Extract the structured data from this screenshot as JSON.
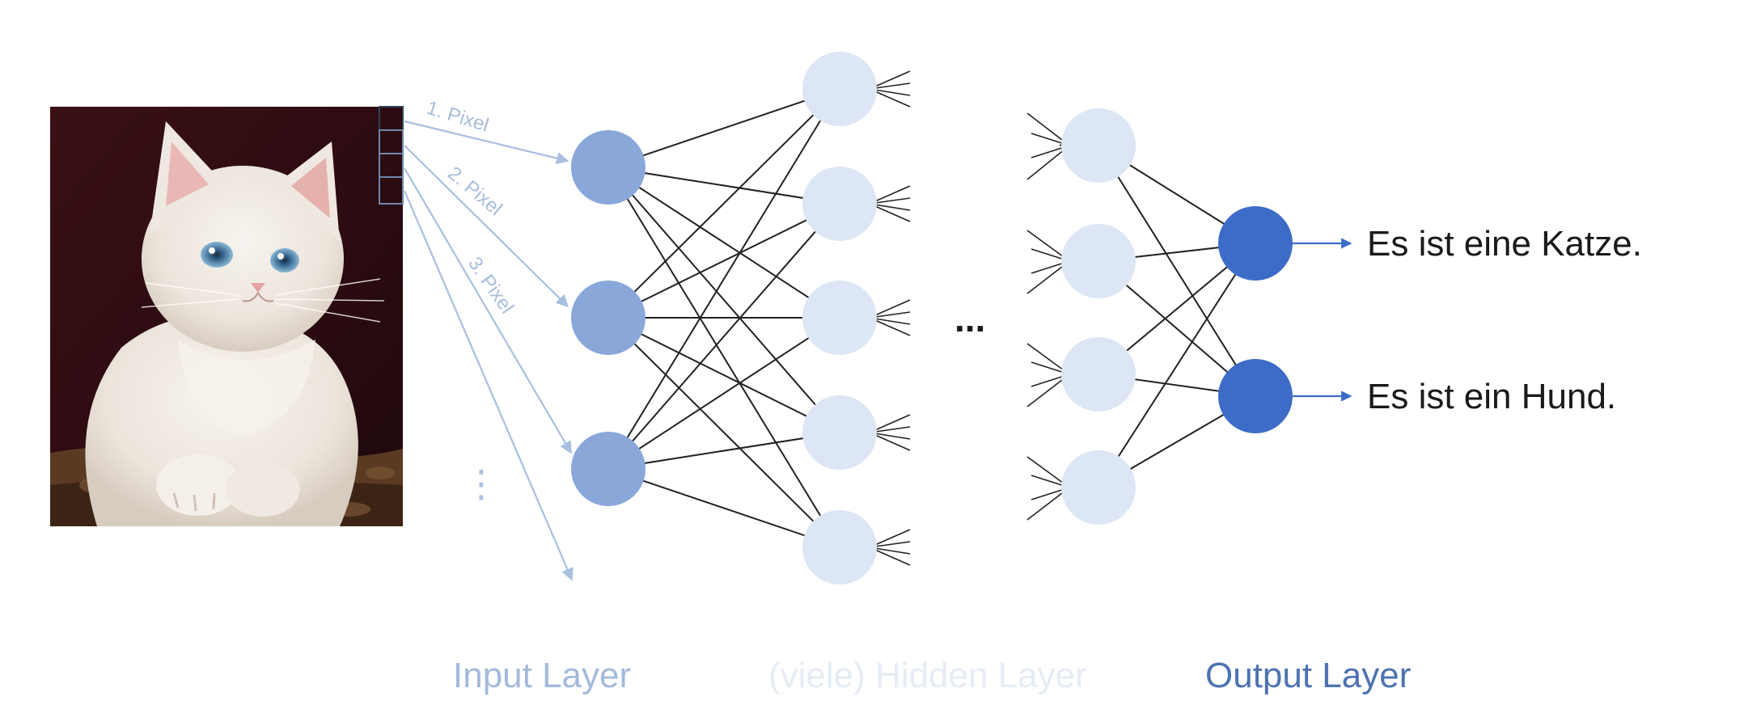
{
  "pixel_labels": [
    "1. Pixel",
    "2. Pixel",
    "3. Pixel"
  ],
  "vertical_ellipsis": "⋮",
  "hidden_ellipsis": "...",
  "outputs": [
    "Es ist eine Katze.",
    "Es ist ein Hund."
  ],
  "layer_labels": {
    "input": "Input Layer",
    "hidden": "(viele) Hidden Layer",
    "output": "Output Layer"
  },
  "colors": {
    "input_node": "#8aa7da",
    "hidden_node": "#dde6f4",
    "output_node": "#3d6cc8",
    "pixel_arrow": "#a9bfdf",
    "edge": "#222222",
    "input_label": "#a4badc",
    "hidden_label": "#e6ecf5",
    "output_label": "#4e73b2"
  },
  "image": {
    "subject": "kitten photo",
    "pixel_grid": "pixel-cells-icon"
  }
}
